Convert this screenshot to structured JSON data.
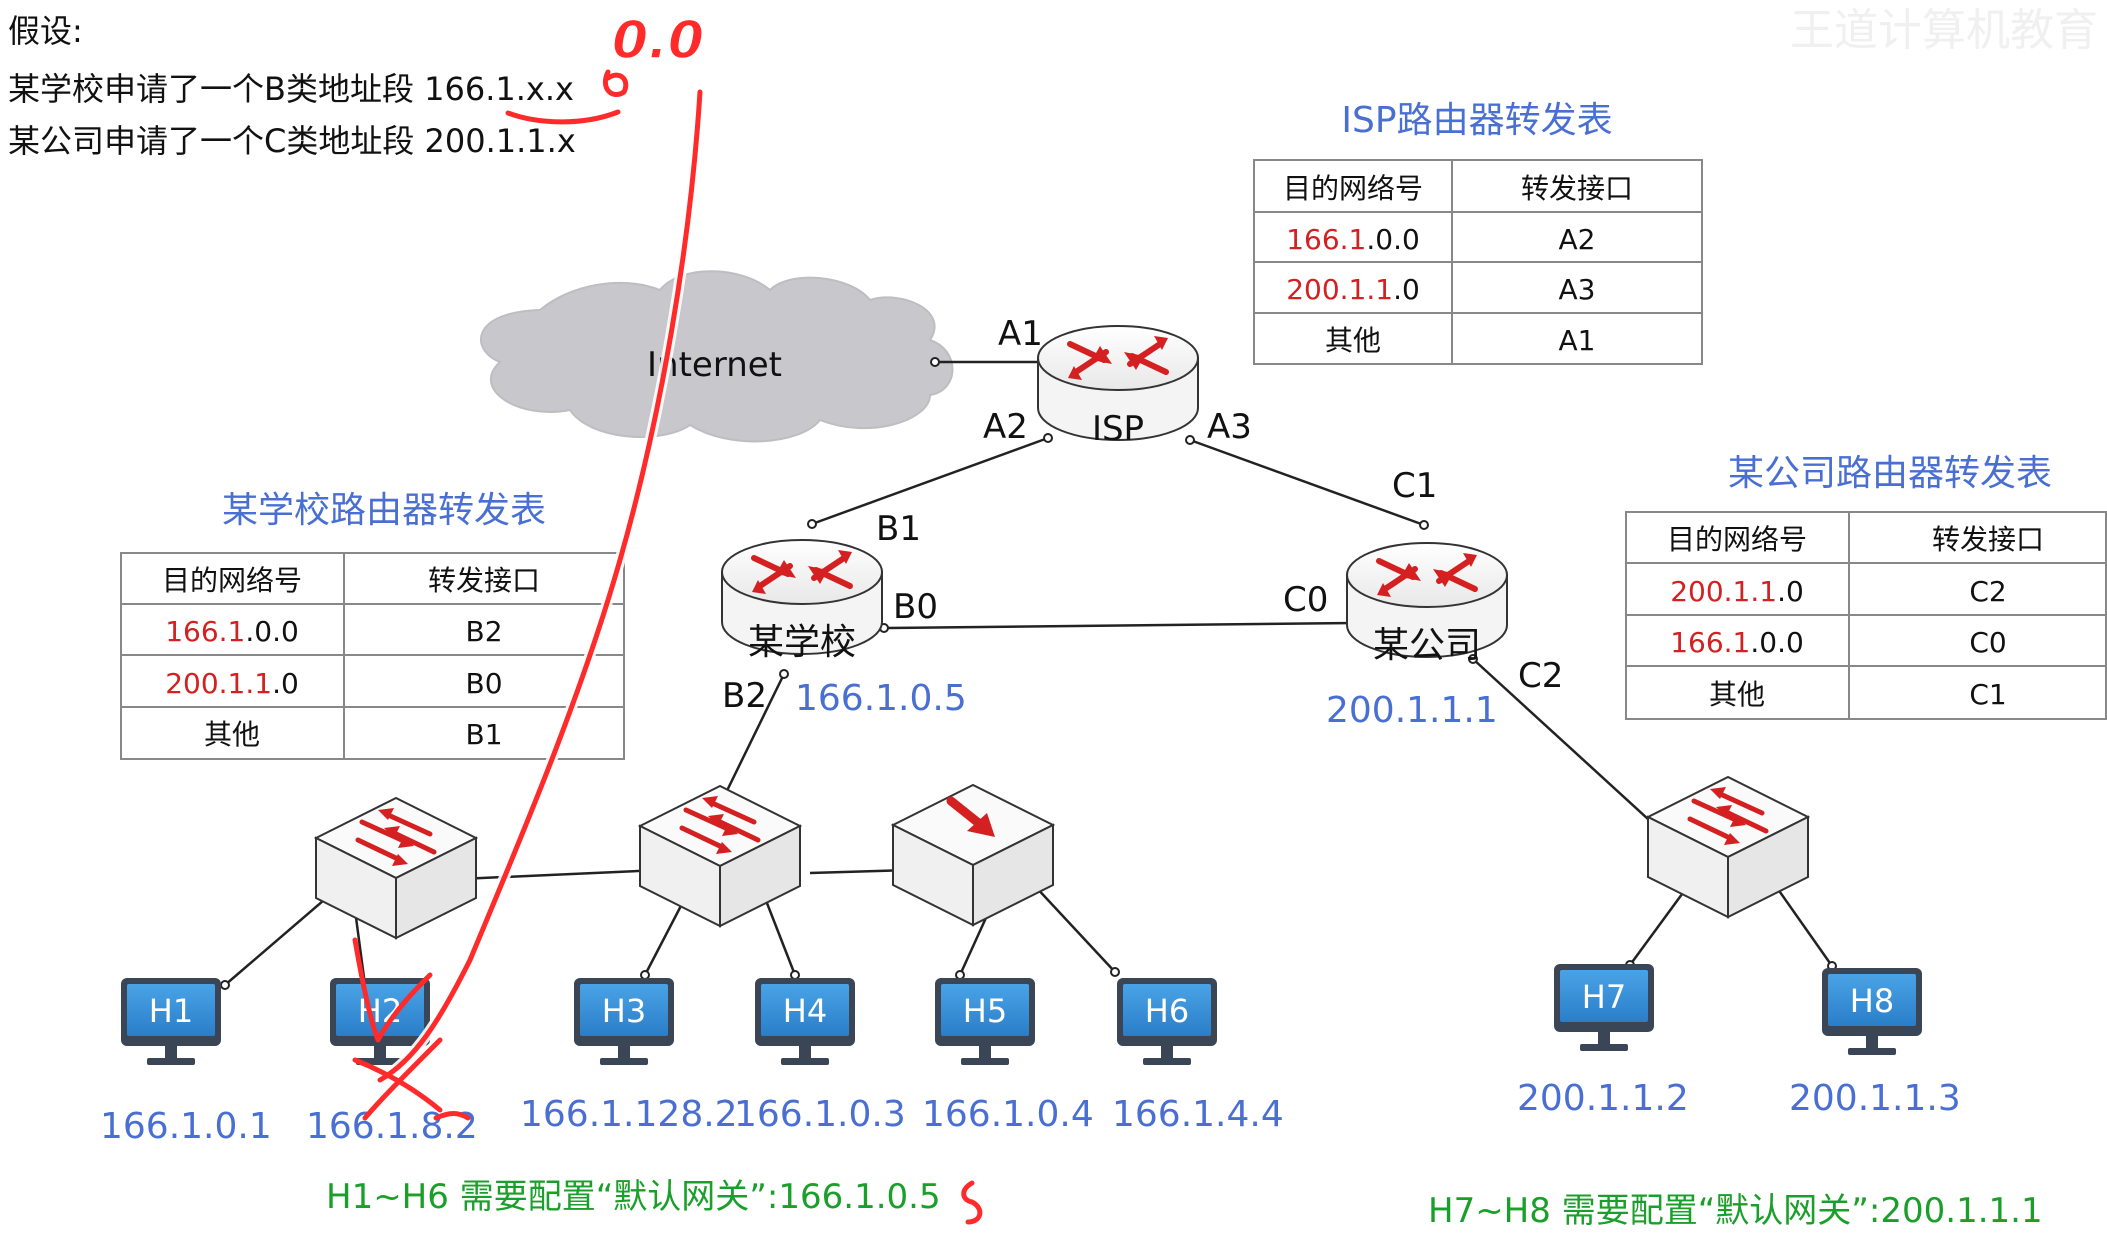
{
  "assumptions": {
    "heading": "假设:",
    "school_line": "某学校申请了一个B类地址段 166.1.x.x",
    "company_line": "某公司申请了一个C类地址段 200.1.1.x"
  },
  "watermark": "王道计算机教育",
  "cloud_label": "Internet",
  "routers": {
    "isp": "ISP",
    "school": "某学校",
    "company": "某公司"
  },
  "interfaces": {
    "a1": "A1",
    "a2": "A2",
    "a3": "A3",
    "b0": "B0",
    "b1": "B1",
    "b2": "B2",
    "c0": "C0",
    "c1": "C1",
    "c2": "C2"
  },
  "router_ips": {
    "school": "166.1.0.5",
    "company": "200.1.1.1"
  },
  "tables": {
    "isp": {
      "title": "ISP路由器转发表",
      "headers": [
        "目的网络号",
        "转发接口"
      ],
      "rows": [
        {
          "net_prefix": "166.1",
          "net_suffix": ".0.0",
          "port": "A2"
        },
        {
          "net_prefix": "200.1.1",
          "net_suffix": ".0",
          "port": "A3"
        },
        {
          "net_prefix": "",
          "net_suffix": "其他",
          "port": "A1"
        }
      ]
    },
    "school": {
      "title": "某学校路由器转发表",
      "headers": [
        "目的网络号",
        "转发接口"
      ],
      "rows": [
        {
          "net_prefix": "166.1",
          "net_suffix": ".0.0",
          "port": "B2"
        },
        {
          "net_prefix": "200.1.1",
          "net_suffix": ".0",
          "port": "B0"
        },
        {
          "net_prefix": "",
          "net_suffix": "其他",
          "port": "B1"
        }
      ]
    },
    "company": {
      "title": "某公司路由器转发表",
      "headers": [
        "目的网络号",
        "转发接口"
      ],
      "rows": [
        {
          "net_prefix": "200.1.1",
          "net_suffix": ".0",
          "port": "C2"
        },
        {
          "net_prefix": "166.1",
          "net_suffix": ".0.0",
          "port": "C0"
        },
        {
          "net_prefix": "",
          "net_suffix": "其他",
          "port": "C1"
        }
      ]
    }
  },
  "hosts": [
    {
      "name": "H1",
      "ip": "166.1.0.1"
    },
    {
      "name": "H2",
      "ip": "166.1.8.2"
    },
    {
      "name": "H3",
      "ip": "166.1.128.2"
    },
    {
      "name": "H4",
      "ip": "166.1.0.3"
    },
    {
      "name": "H5",
      "ip": "166.1.0.4"
    },
    {
      "name": "H6",
      "ip": "166.1.4.4"
    },
    {
      "name": "H7",
      "ip": "200.1.1.2"
    },
    {
      "name": "H8",
      "ip": "200.1.1.3"
    }
  ],
  "gateway_notes": {
    "school": "H1~H6 需要配置“默认网关”:166.1.0.5",
    "company": "H7~H8 需要配置“默认网关”:200.1.1.1"
  },
  "annotation": {
    "text": "0.0"
  },
  "colors": {
    "blue_label": "#4a6fd3",
    "red_prefix": "#d32020",
    "green_note": "#1aa02a",
    "annotation_red": "#ff2a2a",
    "router_arrow": "#e02525"
  }
}
